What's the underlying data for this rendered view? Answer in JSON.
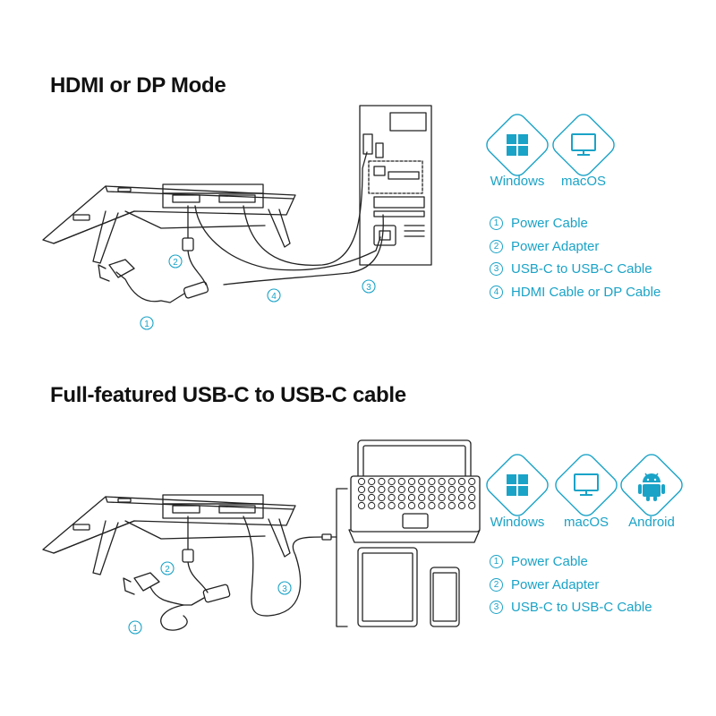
{
  "section1": {
    "title": "HDMI or DP Mode",
    "os": [
      "Windows",
      "macOS"
    ],
    "legend": [
      {
        "num": "1",
        "label": "Power Cable"
      },
      {
        "num": "2",
        "label": "Power Adapter"
      },
      {
        "num": "3",
        "label": "USB-C to USB-C Cable"
      },
      {
        "num": "4",
        "label": "HDMI Cable or DP Cable"
      }
    ],
    "callouts": [
      "1",
      "2",
      "3",
      "4"
    ]
  },
  "section2": {
    "title": "Full-featured USB-C to USB-C cable",
    "os": [
      "Windows",
      "macOS",
      "Android"
    ],
    "legend": [
      {
        "num": "1",
        "label": "Power Cable"
      },
      {
        "num": "2",
        "label": "Power Adapter"
      },
      {
        "num": "3",
        "label": "USB-C to USB-C Cable"
      }
    ],
    "callouts": [
      "1",
      "2",
      "3"
    ]
  },
  "colors": {
    "accent": "#1aa3c7",
    "line": "#222222"
  },
  "icons": [
    "windows-logo-icon",
    "monitor-icon",
    "android-icon"
  ]
}
